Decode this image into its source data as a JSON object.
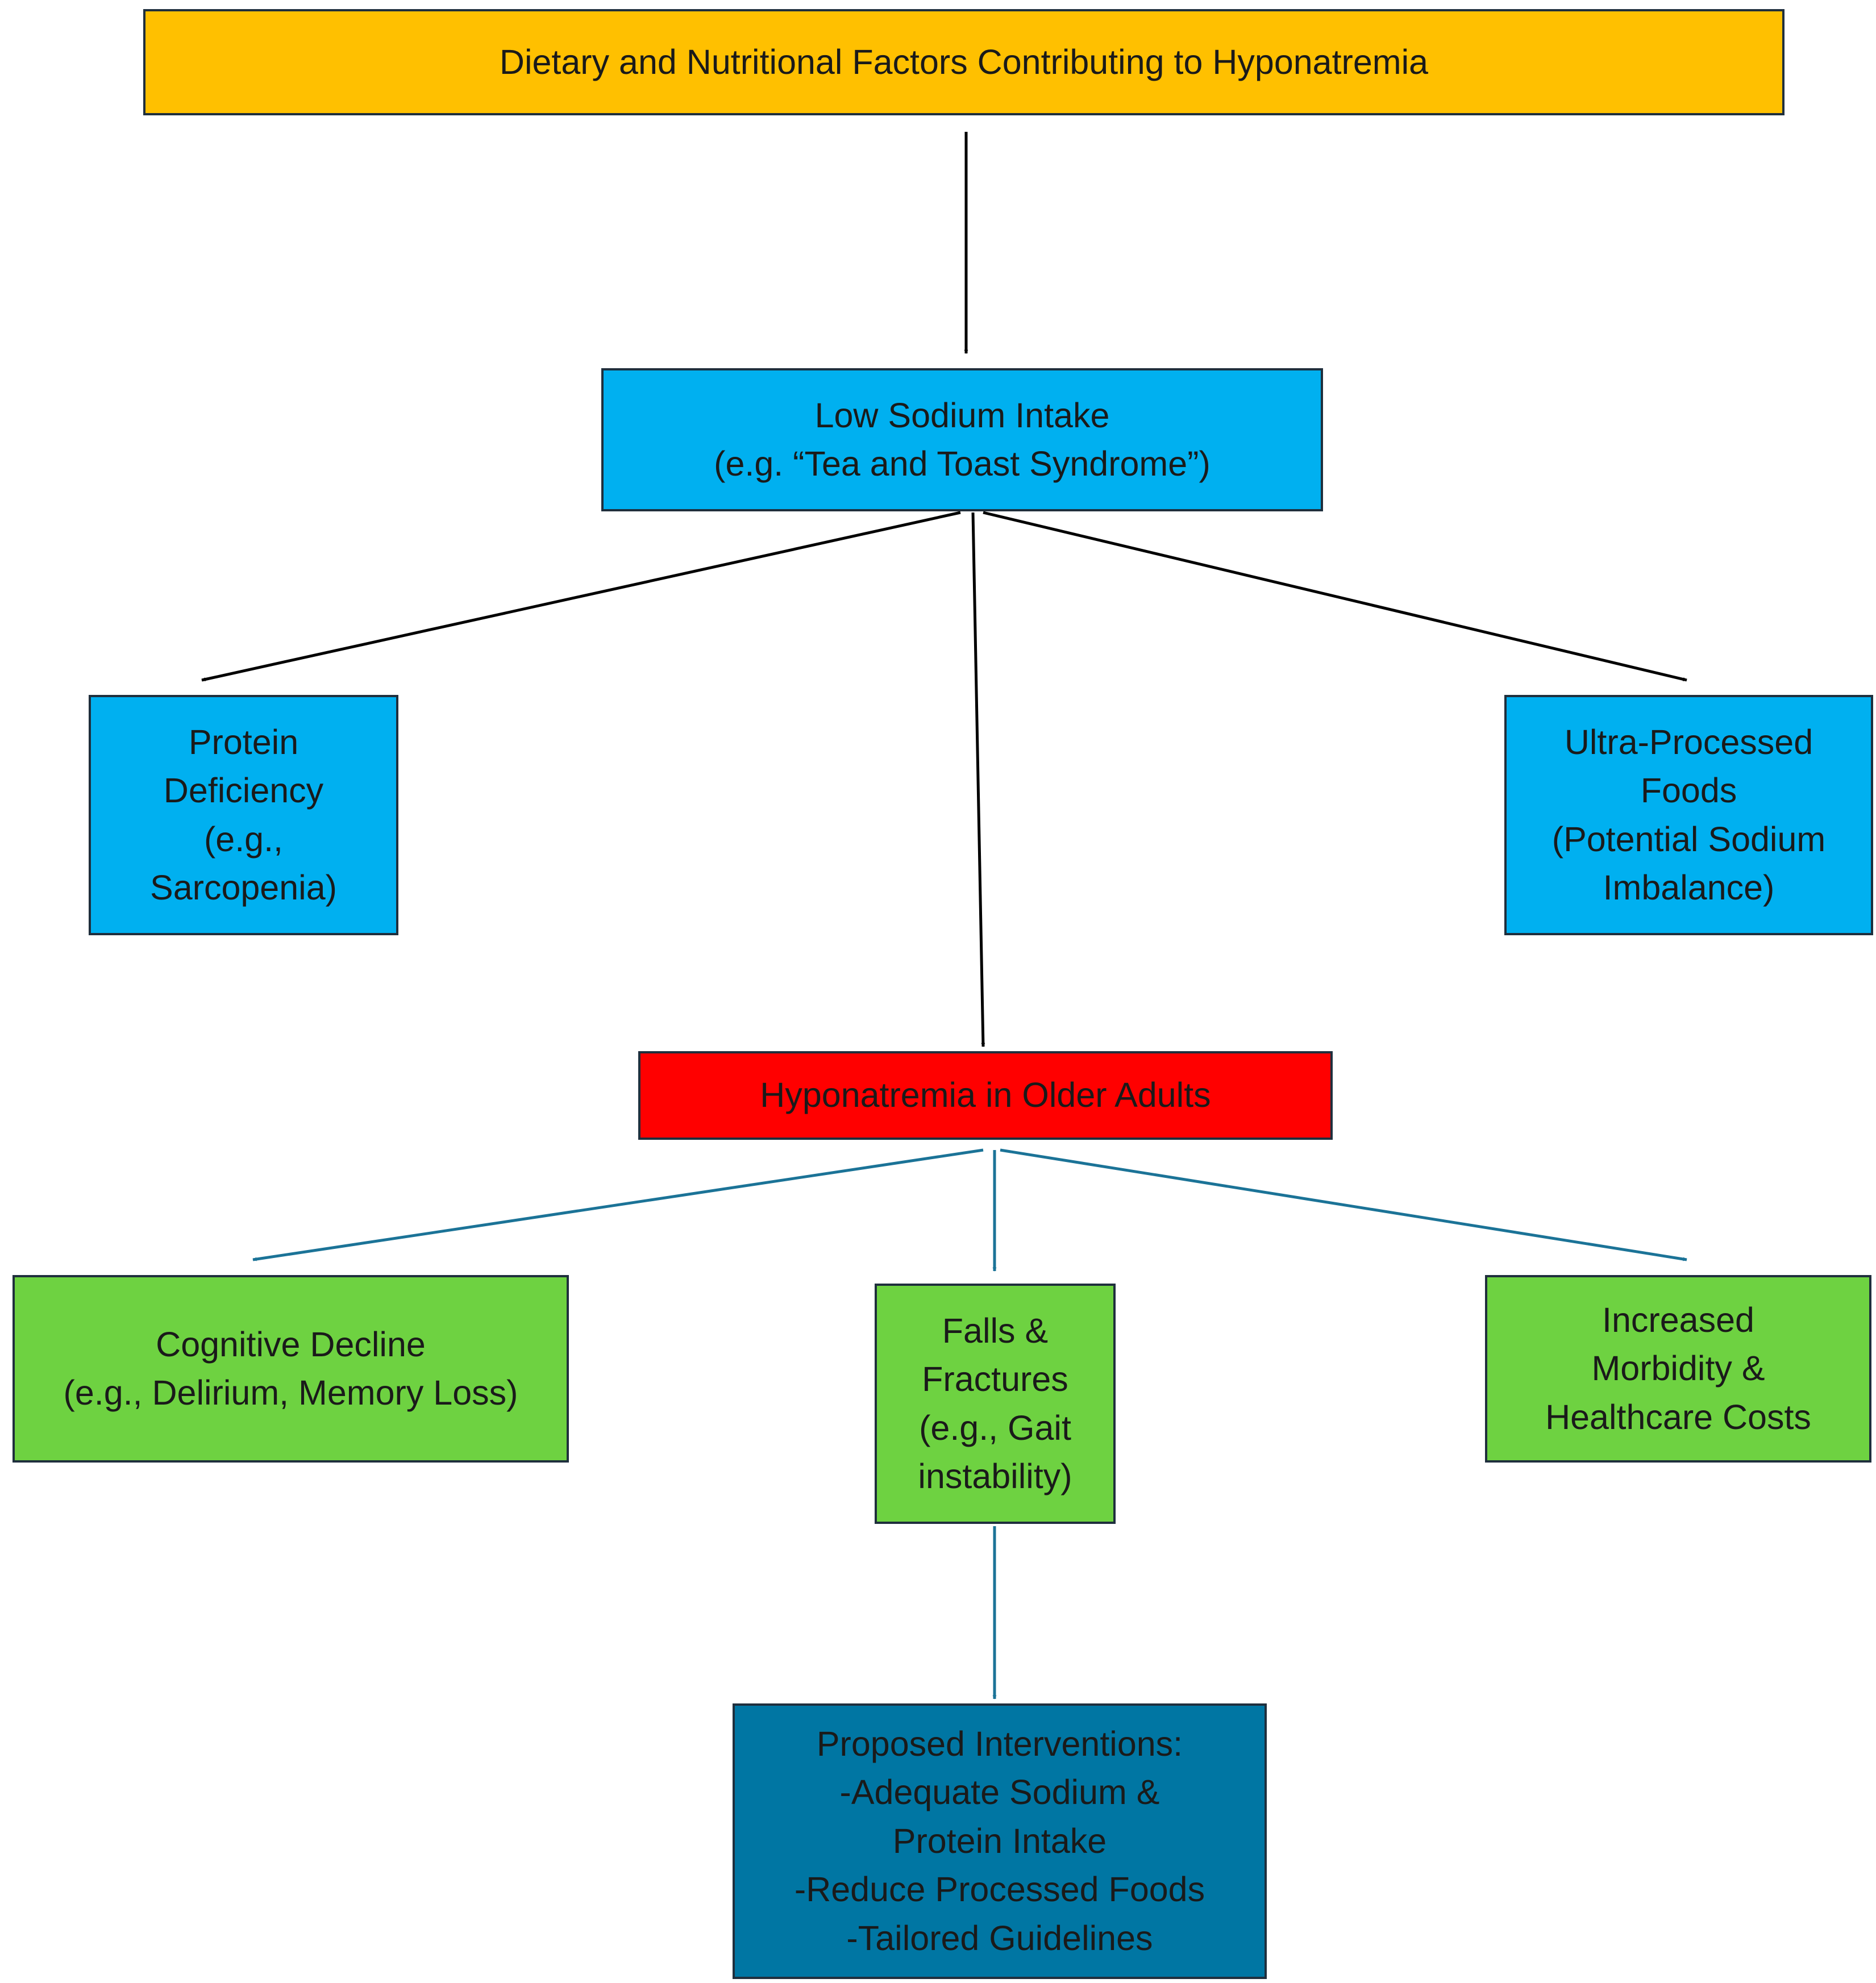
{
  "colors": {
    "title_fill": "#FFC000",
    "cause_fill": "#00B0F0",
    "outcome_center_fill": "#FF0000",
    "effect_fill": "#6ED241",
    "intervention_fill": "#0076A3",
    "arrow_black": "#000000",
    "arrow_teal": "#1B7397"
  },
  "nodes": {
    "title": {
      "lines": [
        "Dietary and Nutritional Factors Contributing to Hyponatremia"
      ]
    },
    "low_sodium": {
      "lines": [
        "Low Sodium Intake",
        "(e.g. “Tea and Toast Syndrome”)"
      ]
    },
    "protein_deficiency": {
      "lines": [
        "Protein",
        "Deficiency",
        "(e.g.,",
        "Sarcopenia)"
      ]
    },
    "ultra_processed": {
      "lines": [
        "Ultra-Processed",
        "Foods",
        "(Potential Sodium",
        "Imbalance)"
      ]
    },
    "hyponatremia": {
      "lines": [
        "Hyponatremia in Older Adults"
      ]
    },
    "cognitive_decline": {
      "lines": [
        "Cognitive Decline",
        "(e.g., Delirium, Memory Loss)"
      ]
    },
    "falls_fractures": {
      "lines": [
        "Falls &",
        "Fractures",
        "(e.g., Gait",
        "instability)"
      ]
    },
    "morbidity": {
      "lines": [
        "Increased",
        "Morbidity &",
        "Healthcare Costs"
      ]
    },
    "interventions": {
      "lines": [
        "Proposed Interventions:",
        "-Adequate Sodium &",
        "Protein Intake",
        "-Reduce Processed Foods",
        "-Tailored Guidelines"
      ]
    }
  },
  "connectors": [
    {
      "from": "title",
      "to": "low_sodium",
      "color": "arrow_black"
    },
    {
      "from": "low_sodium",
      "to": "protein_deficiency",
      "color": "arrow_black"
    },
    {
      "from": "low_sodium",
      "to": "ultra_processed",
      "color": "arrow_black"
    },
    {
      "from": "low_sodium",
      "to": "hyponatremia",
      "color": "arrow_black"
    },
    {
      "from": "hyponatremia",
      "to": "cognitive_decline",
      "color": "arrow_teal"
    },
    {
      "from": "hyponatremia",
      "to": "falls_fractures",
      "color": "arrow_teal"
    },
    {
      "from": "hyponatremia",
      "to": "morbidity",
      "color": "arrow_teal"
    },
    {
      "from": "falls_fractures",
      "to": "interventions",
      "color": "arrow_teal"
    }
  ]
}
